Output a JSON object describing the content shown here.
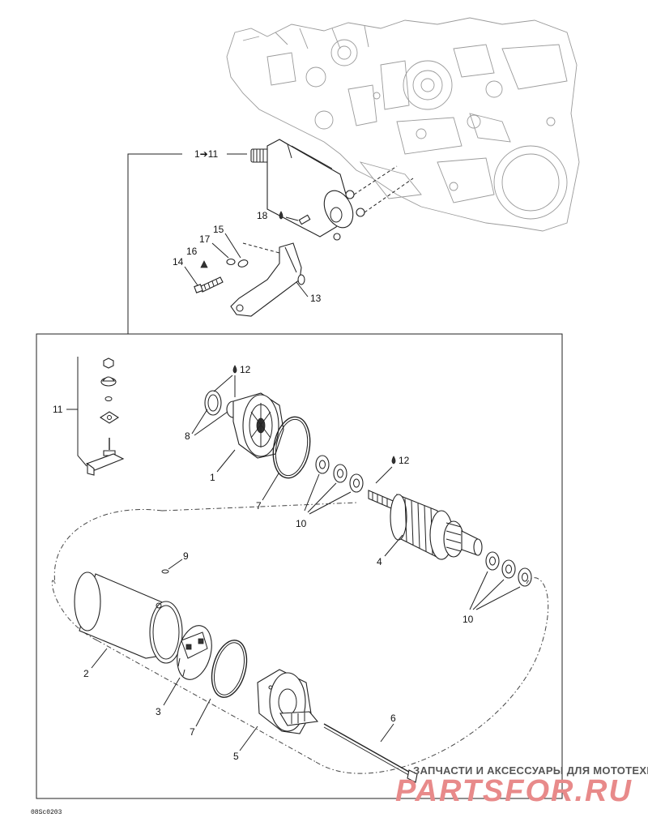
{
  "diagram": {
    "reference_code": "08Sc0203",
    "callouts": {
      "range_1_11": "1➔11",
      "c18": "18",
      "c15": "15",
      "c17": "17",
      "c16": "16",
      "c14": "14",
      "c13": "13",
      "c11": "11",
      "c12a": "12",
      "c8": "8",
      "c1": "1",
      "c7a": "7",
      "c12b": "12",
      "c10a": "10",
      "c4": "4",
      "c9": "9",
      "c10b": "10",
      "c2": "2",
      "c3": "3",
      "c7b": "7",
      "c5": "5",
      "c6": "6"
    },
    "watermark": {
      "tagline": "ЗАПЧАСТИ И АКСЕССУАРЫ ДЛЯ МОТОТЕХНИКИ",
      "brand": "PARTSFOR.RU"
    },
    "icons": {
      "drop": "oil-drop-icon",
      "arrow": "right-arrow-icon"
    },
    "colors": {
      "line": "#222222",
      "engine_outline": "#9a9a9a",
      "watermark_brand": "#e88a8a",
      "watermark_tagline": "#555555"
    }
  }
}
